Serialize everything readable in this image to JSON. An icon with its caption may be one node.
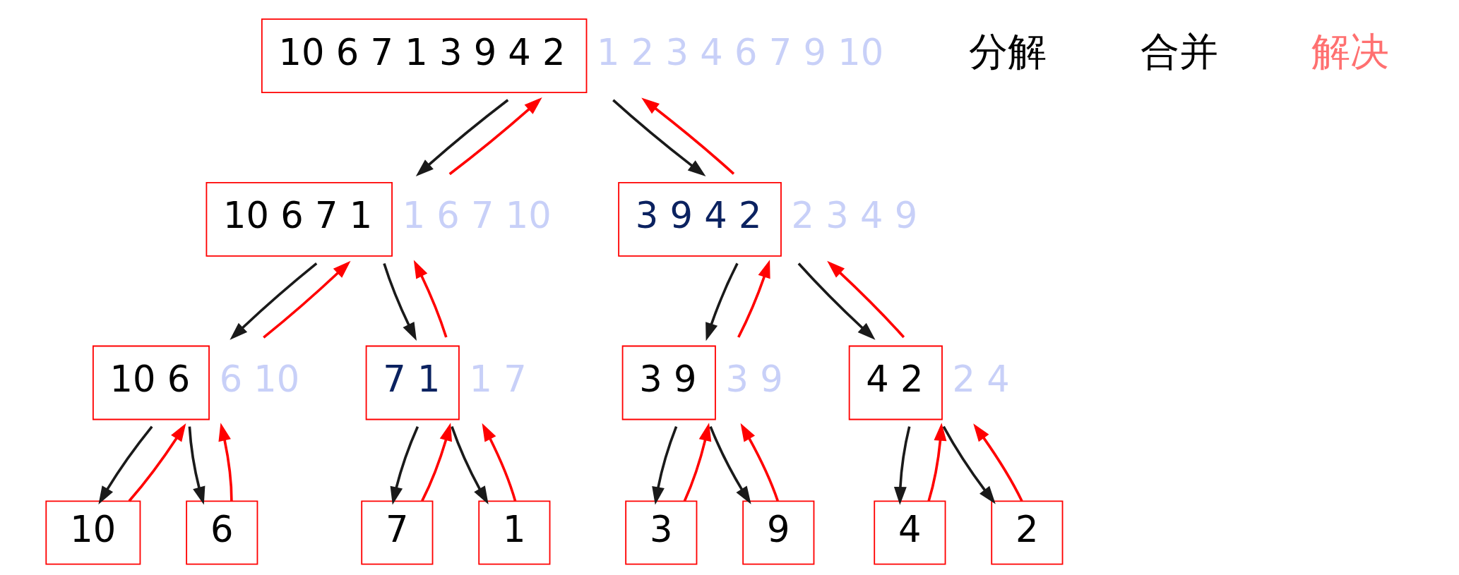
{
  "diagram": {
    "nodes": [
      {
        "text": [
          "10 6 7 1 3 9 4 2"
        ],
        "beside": [
          "1 2 3 4 6 7 9 10"
        ]
      },
      {
        "text": [
          "10 6 7 1"
        ],
        "beside": [
          "1 6 7 10"
        ]
      },
      {
        "text": [
          "3 9 4 2"
        ],
        "beside": [
          "2 3 4 9"
        ]
      },
      {
        "text": [
          "10 6"
        ],
        "beside": [
          "6 10"
        ]
      },
      {
        "text": [
          "7 1"
        ],
        "beside": [
          "1 7"
        ]
      },
      {
        "text": [
          "3 9"
        ],
        "beside": [
          "3 9"
        ]
      },
      {
        "text": [
          "4 2"
        ],
        "beside": [
          "2 4"
        ]
      },
      {
        "text": [
          "10"
        ]
      },
      {
        "text": [
          "6"
        ]
      },
      {
        "text": [
          "7"
        ]
      },
      {
        "text": [
          "1"
        ]
      },
      {
        "text": [
          "3"
        ]
      },
      {
        "text": [
          "9"
        ]
      },
      {
        "text": [
          "4"
        ]
      },
      {
        "text": [
          "2"
        ]
      }
    ],
    "edges": [
      {
        "from": 0,
        "to": 1,
        "arrow": "to"
      },
      {
        "from": 1,
        "to": 0,
        "arrow": "to",
        "color": "#ff0000"
      },
      {
        "from": 0,
        "to": 2,
        "arrow": "to"
      },
      {
        "from": 2,
        "to": 0,
        "arrow": "to",
        "color": "#ff0000"
      },
      {
        "from": 1,
        "to": 3,
        "arrow": "to"
      },
      {
        "from": 3,
        "to": 1,
        "arrow": "to",
        "color": "#ff0000"
      },
      {
        "from": 1,
        "to": 4,
        "arrow": "to"
      },
      {
        "from": 4,
        "to": 1,
        "arrow": "to",
        "color": "#ff0000"
      },
      {
        "from": 2,
        "to": 5,
        "arrow": "to"
      },
      {
        "from": 5,
        "to": 2,
        "arrow": "to",
        "color": "#ff0000"
      },
      {
        "from": 2,
        "to": 6,
        "arrow": "to"
      },
      {
        "from": 6,
        "to": 2,
        "arrow": "to",
        "color": "#ff0000"
      },
      {
        "from": 3,
        "to": 7,
        "arrow": "to"
      },
      {
        "from": 7,
        "to": 3,
        "arrow": "to",
        "color": "#ff0000"
      },
      {
        "from": 3,
        "to": 8,
        "arrow": "to"
      },
      {
        "from": 8,
        "to": 3,
        "arrow": "to",
        "color": "#ff0000"
      },
      {
        "from": 4,
        "to": 9,
        "arrow": "to"
      },
      {
        "from": 9,
        "to": 4,
        "arrow": "to",
        "color": "#ff0000"
      },
      {
        "from": 4,
        "to": 10,
        "arrow": "to"
      },
      {
        "from": 10,
        "to": 4,
        "arrow": "to",
        "color": "#ff0000"
      },
      {
        "from": 5,
        "to": 11,
        "arrow": "to"
      },
      {
        "from": 11,
        "to": 5,
        "arrow": "to",
        "color": "#ff0000"
      },
      {
        "from": 5,
        "to": 12,
        "arrow": "to"
      },
      {
        "from": 12,
        "to": 5,
        "arrow": "to",
        "color": "#ff0000"
      },
      {
        "from": 6,
        "to": 13,
        "arrow": "to"
      },
      {
        "from": 13,
        "to": 6,
        "arrow": "to",
        "color": "#ff0000"
      },
      {
        "from": 6,
        "to": 14,
        "arrow": "to"
      },
      {
        "from": 14,
        "to": 6,
        "arrow": "to",
        "color": "#ff0000"
      }
    ],
    "labels": [
      "分解",
      "合并",
      "解决"
    ]
  }
}
